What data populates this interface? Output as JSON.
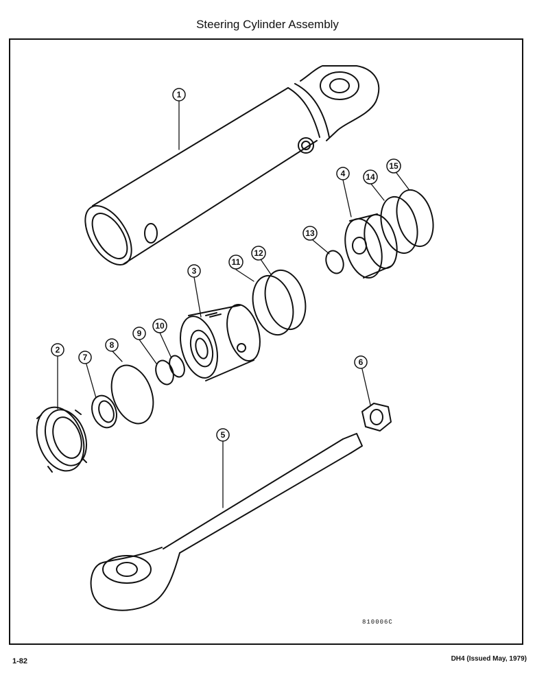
{
  "page": {
    "title": "Steering Cylinder Assembly",
    "figure_id": "810006C",
    "page_number": "1-82",
    "issue": "DH4 (Issued May, 1979)"
  },
  "callouts": [
    "1",
    "2",
    "3",
    "4",
    "5",
    "6",
    "7",
    "8",
    "9",
    "10",
    "11",
    "12",
    "13",
    "14",
    "15"
  ]
}
